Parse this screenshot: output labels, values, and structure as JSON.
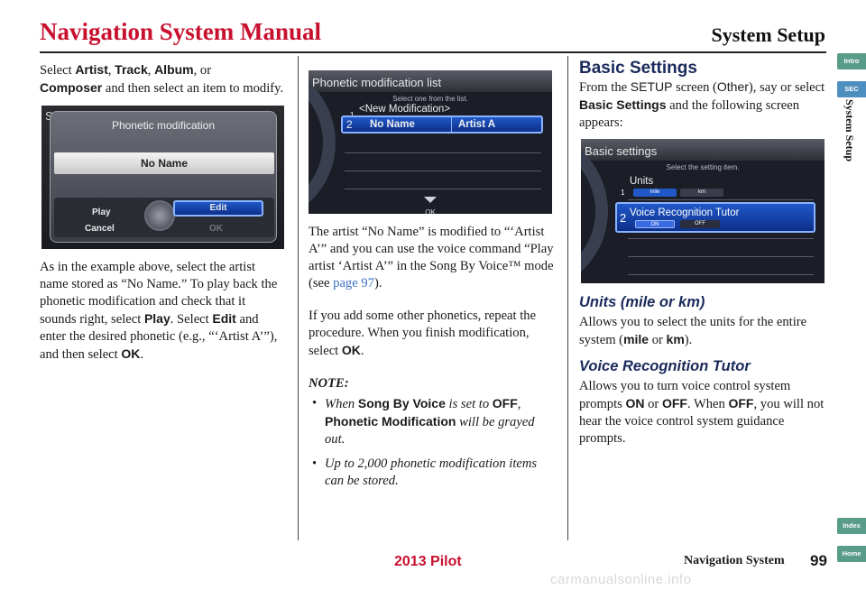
{
  "header": {
    "title": "Navigation System Manual",
    "section": "System Setup"
  },
  "col1": {
    "p1": {
      "t1": "Select ",
      "artist": "Artist",
      "c1": ", ",
      "track": "Track",
      "c2": ", ",
      "album": "Album",
      "t2": ", or",
      "composer": "Composer",
      "t3": " and then select an item to modify."
    },
    "screen": {
      "partial_title": "Select an item",
      "dialog_title": "Phonetic modification",
      "name": "No Name",
      "play": "Play",
      "cancel": "Cancel",
      "edit": "Edit",
      "ok": "OK"
    },
    "p2": {
      "t1": "As in the example above, select the artist name stored as “No Name.” To play back the phonetic modification and check that it sounds right, select ",
      "play": "Play",
      "t2": ". Select ",
      "edit": "Edit",
      "t3": " and enter the desired phonetic (e.g., “‘Artist A’”), and then select ",
      "ok": "OK",
      "t4": "."
    }
  },
  "col2": {
    "screen": {
      "title": "Phonetic modification list",
      "subtitle": "Select one from the list.",
      "row1_index": "1",
      "row1": "<New Modification>",
      "row2_index": "2",
      "row2_name": "No Name",
      "row2_value": "Artist A",
      "ok": "OK"
    },
    "p1": {
      "t1": "The artist “No Name” is modified to “‘Artist A’” and you can use the voice command “Play artist ‘Artist A’” in the Song By Voice™ mode (see ",
      "link": "page 97",
      "t2": ")."
    },
    "p2": {
      "t1": "If you add some other phonetics, repeat the procedure. When you finish modification, select ",
      "ok": "OK",
      "t2": "."
    },
    "note_label": "NOTE:",
    "bullet1": {
      "t1": "When ",
      "sbv": "Song By Voice",
      "t2": " is set to ",
      "off": "OFF",
      "c": ", ",
      "pm": "Phonetic Modification",
      "t3": " will be grayed out."
    },
    "bullet2": "Up to 2,000 phonetic modification items can be stored."
  },
  "col3": {
    "heading": "Basic Settings",
    "p1": {
      "t1": "From the ",
      "setup": "SETUP",
      "t2": " screen (",
      "other": "Other",
      "t3": "), say or select ",
      "bs": "Basic Settings",
      "t4": " and the following screen appears:"
    },
    "screen": {
      "title": "Basic settings",
      "subtitle": "Select the setting item.",
      "row1_index": "1",
      "row1": "Units",
      "mile": "mile",
      "km": "km",
      "row2_index": "2",
      "row2": "Voice Recognition Tutor",
      "on": "ON",
      "off": "OFF"
    },
    "units_heading": "Units (mile or km)",
    "units_text": {
      "t1": "Allows you to select the units for the entire system (",
      "mile": "mile",
      "t2": " or ",
      "km": "km",
      "t3": ")."
    },
    "vrt_heading": "Voice Recognition Tutor",
    "vrt_text": {
      "t1": "Allows you to turn voice control system prompts ",
      "on": "ON",
      "t2": " or ",
      "off": "OFF",
      "t3": ". When ",
      "off2": "OFF",
      "t4": ", you will not hear the voice control system guidance prompts."
    }
  },
  "side": {
    "intro": "Intro",
    "sec": "SEC",
    "label": "System Setup",
    "index": "Index",
    "home": "Home"
  },
  "footer": {
    "nav": "Navigation System",
    "page": "99",
    "model": "2013 Pilot",
    "watermark": "carmanualsonline.info"
  },
  "colors": {
    "title_red": "#c8102e",
    "heading_navy": "#1a2a5a",
    "tab_green": "#5a9c8a",
    "link_blue": "#3a6fc4"
  }
}
